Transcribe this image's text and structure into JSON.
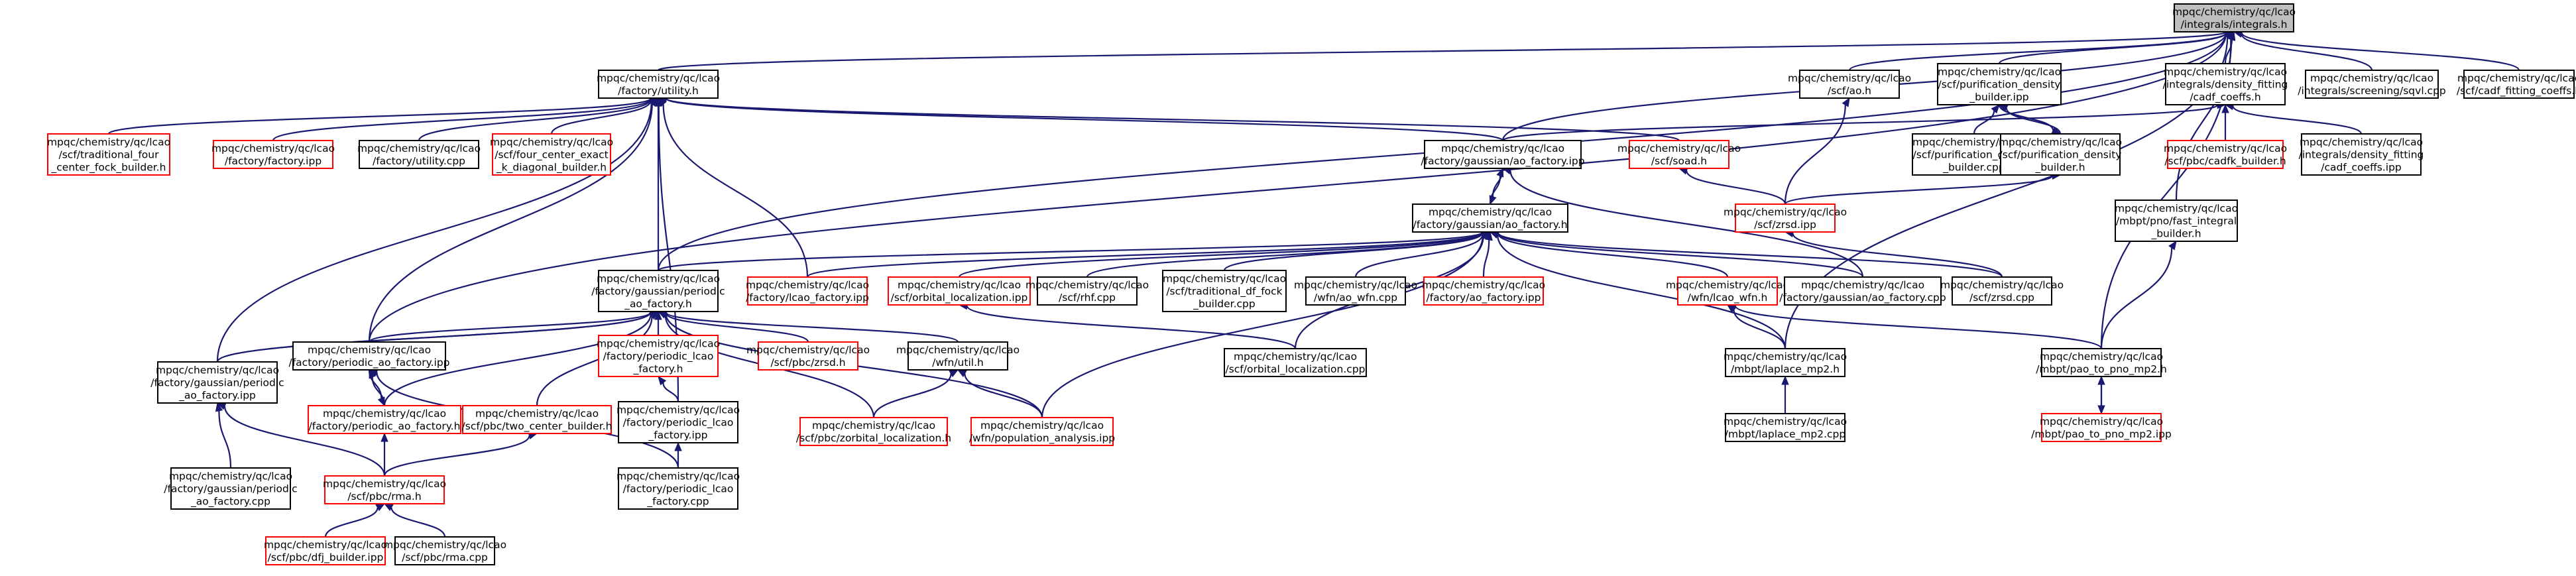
{
  "colors": {
    "edge": "#191970",
    "root_fill": "#bfbfbf",
    "node_fill": "#ffffff",
    "node_border": "#000000",
    "missing_border": "#ff0000",
    "text": "#000000"
  },
  "nodes": [
    {
      "id": "n_integrals",
      "lines": [
        "mpqc/chemistry/qc/lcao",
        "/integrals/integrals.h"
      ],
      "style": "root",
      "href": false
    },
    {
      "id": "n_utility",
      "lines": [
        "mpqc/chemistry/qc/lcao",
        "/factory/utility.h"
      ],
      "style": "normal",
      "href": true
    },
    {
      "id": "n_ao_h",
      "lines": [
        "mpqc/chemistry/qc/lcao",
        "/scf/ao.h"
      ],
      "style": "normal",
      "href": true
    },
    {
      "id": "n_purif_ipp",
      "lines": [
        "mpqc/chemistry/qc/lcao",
        "/scf/purification_density",
        "_builder.ipp"
      ],
      "style": "normal",
      "href": true
    },
    {
      "id": "n_df_coeffs",
      "lines": [
        "mpqc/chemistry/qc/lcao",
        "/integrals/density_fitting",
        "/cadf_coeffs.h"
      ],
      "style": "normal",
      "href": true
    },
    {
      "id": "n_sqvl",
      "lines": [
        "mpqc/chemistry/qc/lcao",
        "/integrals/screening/sqvl.cpp"
      ],
      "style": "normal",
      "href": true
    },
    {
      "id": "n_cadf_fit",
      "lines": [
        "mpqc/chemistry/qc/lcao",
        "/scf/cadf_fitting_coeffs.h"
      ],
      "style": "normal",
      "href": true
    },
    {
      "id": "n_trad_four",
      "lines": [
        "mpqc/chemistry/qc/lcao",
        "/scf/traditional_four",
        "_center_fock_builder.h"
      ],
      "style": "missing",
      "href": false
    },
    {
      "id": "n_factory_ipp",
      "lines": [
        "mpqc/chemistry/qc/lcao",
        "/factory/factory.ipp"
      ],
      "style": "missing",
      "href": false
    },
    {
      "id": "n_utility_cpp",
      "lines": [
        "mpqc/chemistry/qc/lcao",
        "/factory/utility.cpp"
      ],
      "style": "normal",
      "href": true
    },
    {
      "id": "n_four_exact",
      "lines": [
        "mpqc/chemistry/qc/lcao",
        "/scf/four_center_exact",
        "_k_diagonal_builder.h"
      ],
      "style": "missing",
      "href": false
    },
    {
      "id": "n_gauss_ao_ipp",
      "lines": [
        "mpqc/chemistry/qc/lcao",
        "/factory/gaussian/ao_factory.ipp"
      ],
      "style": "normal",
      "href": true
    },
    {
      "id": "n_soad",
      "lines": [
        "mpqc/chemistry/qc/lcao",
        "/scf/soad.h"
      ],
      "style": "missing",
      "href": false
    },
    {
      "id": "n_purif_cpp",
      "lines": [
        "mpqc/chemistry/qc/lcao",
        "/scf/purification_density",
        "_builder.cpp"
      ],
      "style": "normal",
      "href": true
    },
    {
      "id": "n_purif_h",
      "lines": [
        "mpqc/chemistry/qc/lcao",
        "/scf/purification_density",
        "_builder.h"
      ],
      "style": "normal",
      "href": true
    },
    {
      "id": "n_cadfk",
      "lines": [
        "mpqc/chemistry/qc/lcao",
        "/scf/pbc/cadfk_builder.h"
      ],
      "style": "missing",
      "href": false
    },
    {
      "id": "n_cadf_coeffs_ipp",
      "lines": [
        "mpqc/chemistry/qc/lcao",
        "/integrals/density_fitting",
        "/cadf_coeffs.ipp"
      ],
      "style": "normal",
      "href": true
    },
    {
      "id": "n_gauss_ao_h",
      "lines": [
        "mpqc/chemistry/qc/lcao",
        "/factory/gaussian/ao_factory.h"
      ],
      "style": "normal",
      "href": true
    },
    {
      "id": "n_zrsd_ipp",
      "lines": [
        "mpqc/chemistry/qc/lcao",
        "/scf/zrsd.ipp"
      ],
      "style": "missing",
      "href": false
    },
    {
      "id": "n_pno_fast",
      "lines": [
        "mpqc/chemistry/qc/lcao",
        "/mbpt/pno/fast_integral",
        "_builder.h"
      ],
      "style": "normal",
      "href": true
    },
    {
      "id": "n_gp_ao_h",
      "lines": [
        "mpqc/chemistry/qc/lcao",
        "/factory/gaussian/periodic",
        "_ao_factory.h"
      ],
      "style": "normal",
      "href": true
    },
    {
      "id": "n_lcao_fac_ipp",
      "lines": [
        "mpqc/chemistry/qc/lcao",
        "/factory/lcao_factory.ipp"
      ],
      "style": "missing",
      "href": false
    },
    {
      "id": "n_orb_loc_ipp",
      "lines": [
        "mpqc/chemistry/qc/lcao",
        "/scf/orbital_localization.ipp"
      ],
      "style": "missing",
      "href": false
    },
    {
      "id": "n_rhf_cpp",
      "lines": [
        "mpqc/chemistry/qc/lcao",
        "/scf/rhf.cpp"
      ],
      "style": "normal",
      "href": true
    },
    {
      "id": "n_trad_df",
      "lines": [
        "mpqc/chemistry/qc/lcao",
        "/scf/traditional_df_fock",
        "_builder.cpp"
      ],
      "style": "normal",
      "href": true
    },
    {
      "id": "n_ao_wfn_cpp",
      "lines": [
        "mpqc/chemistry/qc/lcao",
        "/wfn/ao_wfn.cpp"
      ],
      "style": "normal",
      "href": true
    },
    {
      "id": "n_ao_fac_ipp",
      "lines": [
        "mpqc/chemistry/qc/lcao",
        "/factory/ao_factory.ipp"
      ],
      "style": "missing",
      "href": false
    },
    {
      "id": "n_lcao_wfn",
      "lines": [
        "mpqc/chemistry/qc/lcao",
        "/wfn/lcao_wfn.h"
      ],
      "style": "missing",
      "href": false
    },
    {
      "id": "n_gauss_ao_cpp",
      "lines": [
        "mpqc/chemistry/qc/lcao",
        "/factory/gaussian/ao_factory.cpp"
      ],
      "style": "normal",
      "href": true
    },
    {
      "id": "n_zrsd_cpp",
      "lines": [
        "mpqc/chemistry/qc/lcao",
        "/scf/zrsd.cpp"
      ],
      "style": "normal",
      "href": true
    },
    {
      "id": "n_periodic_ao_ipp",
      "lines": [
        "mpqc/chemistry/qc/lcao",
        "/factory/periodic_ao_factory.ipp"
      ],
      "style": "normal",
      "href": true
    },
    {
      "id": "n_periodic_lcao_h",
      "lines": [
        "mpqc/chemistry/qc/lcao",
        "/factory/periodic_lcao",
        "_factory.h"
      ],
      "style": "missing",
      "href": false
    },
    {
      "id": "n_pbc_zrsd_h",
      "lines": [
        "mpqc/chemistry/qc/lcao",
        "/scf/pbc/zrsd.h"
      ],
      "style": "missing",
      "href": false
    },
    {
      "id": "n_wfn_util",
      "lines": [
        "mpqc/chemistry/qc/lcao",
        "/wfn/util.h"
      ],
      "style": "normal",
      "href": true
    },
    {
      "id": "n_orb_loc_cpp",
      "lines": [
        "mpqc/chemistry/qc/lcao",
        "/scf/orbital_localization.cpp"
      ],
      "style": "normal",
      "href": true
    },
    {
      "id": "n_laplace_h",
      "lines": [
        "mpqc/chemistry/qc/lcao",
        "/mbpt/laplace_mp2.h"
      ],
      "style": "normal",
      "href": true
    },
    {
      "id": "n_pao_h",
      "lines": [
        "mpqc/chemistry/qc/lcao",
        "/mbpt/pao_to_pno_mp2.h"
      ],
      "style": "normal",
      "href": true
    },
    {
      "id": "n_gp_ao_ipp",
      "lines": [
        "mpqc/chemistry/qc/lcao",
        "/factory/gaussian/periodic",
        "_ao_factory.ipp"
      ],
      "style": "normal",
      "href": true
    },
    {
      "id": "n_periodic_ao_h",
      "lines": [
        "mpqc/chemistry/qc/lcao",
        "/factory/periodic_ao_factory.h"
      ],
      "style": "missing",
      "href": false
    },
    {
      "id": "n_two_center",
      "lines": [
        "mpqc/chemistry/qc/lcao",
        "/scf/pbc/two_center_builder.h"
      ],
      "style": "missing",
      "href": false
    },
    {
      "id": "n_periodic_lcao_ipp",
      "lines": [
        "mpqc/chemistry/qc/lcao",
        "/factory/periodic_lcao",
        "_factory.ipp"
      ],
      "style": "normal",
      "href": true
    },
    {
      "id": "n_zorbital",
      "lines": [
        "mpqc/chemistry/qc/lcao",
        "/scf/pbc/zorbital_localization.h"
      ],
      "style": "missing",
      "href": false
    },
    {
      "id": "n_pop_ipp",
      "lines": [
        "mpqc/chemistry/qc/lcao",
        "/wfn/population_analysis.ipp"
      ],
      "style": "missing",
      "href": false
    },
    {
      "id": "n_laplace_cpp",
      "lines": [
        "mpqc/chemistry/qc/lcao",
        "/mbpt/laplace_mp2.cpp"
      ],
      "style": "normal",
      "href": true
    },
    {
      "id": "n_pao_ipp",
      "lines": [
        "mpqc/chemistry/qc/lcao",
        "/mbpt/pao_to_pno_mp2.ipp"
      ],
      "style": "missing",
      "href": false
    },
    {
      "id": "n_gp_ao_cpp",
      "lines": [
        "mpqc/chemistry/qc/lcao",
        "/factory/gaussian/periodic",
        "_ao_factory.cpp"
      ],
      "style": "normal",
      "href": true
    },
    {
      "id": "n_rma_h",
      "lines": [
        "mpqc/chemistry/qc/lcao",
        "/scf/pbc/rma.h"
      ],
      "style": "missing",
      "href": false
    },
    {
      "id": "n_periodic_lcao_cpp",
      "lines": [
        "mpqc/chemistry/qc/lcao",
        "/factory/periodic_lcao",
        "_factory.cpp"
      ],
      "style": "normal",
      "href": true
    },
    {
      "id": "n_dfj_ipp",
      "lines": [
        "mpqc/chemistry/qc/lcao",
        "/scf/pbc/dfj_builder.ipp"
      ],
      "style": "missing",
      "href": false
    },
    {
      "id": "n_rma_cpp",
      "lines": [
        "mpqc/chemistry/qc/lcao",
        "/scf/pbc/rma.cpp"
      ],
      "style": "normal",
      "href": true
    }
  ],
  "edges": [
    [
      "n_utility",
      "n_integrals"
    ],
    [
      "n_ao_h",
      "n_integrals"
    ],
    [
      "n_purif_ipp",
      "n_integrals"
    ],
    [
      "n_df_coeffs",
      "n_integrals"
    ],
    [
      "n_sqvl",
      "n_integrals"
    ],
    [
      "n_cadf_fit",
      "n_integrals"
    ],
    [
      "n_gauss_ao_ipp",
      "n_integrals"
    ],
    [
      "n_pno_fast",
      "n_integrals"
    ],
    [
      "n_pao_h",
      "n_integrals"
    ],
    [
      "n_laplace_h",
      "n_integrals"
    ],
    [
      "n_periodic_ao_ipp",
      "n_integrals"
    ],
    [
      "n_gp_ao_h",
      "n_integrals"
    ],
    [
      "n_trad_four",
      "n_utility"
    ],
    [
      "n_factory_ipp",
      "n_utility"
    ],
    [
      "n_utility_cpp",
      "n_utility"
    ],
    [
      "n_four_exact",
      "n_utility"
    ],
    [
      "n_gauss_ao_ipp",
      "n_utility"
    ],
    [
      "n_soad",
      "n_utility"
    ],
    [
      "n_gp_ao_h",
      "n_utility"
    ],
    [
      "n_lcao_fac_ipp",
      "n_utility"
    ],
    [
      "n_periodic_ao_ipp",
      "n_utility"
    ],
    [
      "n_gp_ao_ipp",
      "n_utility"
    ],
    [
      "n_periodic_lcao_ipp",
      "n_utility"
    ],
    [
      "n_zrsd_ipp",
      "n_ao_h"
    ],
    [
      "n_purif_cpp",
      "n_purif_ipp"
    ],
    [
      "n_purif_h",
      "n_purif_ipp"
    ],
    [
      "n_purif_ipp",
      "n_purif_h"
    ],
    [
      "n_zrsd_ipp",
      "n_purif_h"
    ],
    [
      "n_cadfk",
      "n_df_coeffs"
    ],
    [
      "n_cadf_coeffs_ipp",
      "n_df_coeffs"
    ],
    [
      "n_gauss_ao_ipp",
      "n_df_coeffs"
    ],
    [
      "n_gauss_ao_h",
      "n_gauss_ao_ipp"
    ],
    [
      "n_gauss_ao_ipp",
      "n_gauss_ao_h"
    ],
    [
      "n_gauss_ao_cpp",
      "n_gauss_ao_ipp"
    ],
    [
      "n_zrsd_ipp",
      "n_soad"
    ],
    [
      "n_zrsd_cpp",
      "n_zrsd_ipp"
    ],
    [
      "n_gp_ao_h",
      "n_gauss_ao_h"
    ],
    [
      "n_lcao_fac_ipp",
      "n_gauss_ao_h"
    ],
    [
      "n_orb_loc_ipp",
      "n_gauss_ao_h"
    ],
    [
      "n_rhf_cpp",
      "n_gauss_ao_h"
    ],
    [
      "n_trad_df",
      "n_gauss_ao_h"
    ],
    [
      "n_ao_wfn_cpp",
      "n_gauss_ao_h"
    ],
    [
      "n_ao_fac_ipp",
      "n_gauss_ao_h"
    ],
    [
      "n_lcao_wfn",
      "n_gauss_ao_h"
    ],
    [
      "n_gauss_ao_cpp",
      "n_gauss_ao_h"
    ],
    [
      "n_zrsd_cpp",
      "n_gauss_ao_h"
    ],
    [
      "n_orb_loc_cpp",
      "n_gauss_ao_h"
    ],
    [
      "n_pop_ipp",
      "n_gauss_ao_h"
    ],
    [
      "n_laplace_h",
      "n_gauss_ao_h"
    ],
    [
      "n_pao_h",
      "n_pno_fast"
    ],
    [
      "n_periodic_ao_ipp",
      "n_gp_ao_h"
    ],
    [
      "n_periodic_lcao_h",
      "n_gp_ao_h"
    ],
    [
      "n_pbc_zrsd_h",
      "n_gp_ao_h"
    ],
    [
      "n_wfn_util",
      "n_gp_ao_h"
    ],
    [
      "n_gp_ao_ipp",
      "n_gp_ao_h"
    ],
    [
      "n_periodic_ao_h",
      "n_gp_ao_h"
    ],
    [
      "n_two_center",
      "n_gp_ao_h"
    ],
    [
      "n_zorbital",
      "n_gp_ao_h"
    ],
    [
      "n_pop_ipp",
      "n_gp_ao_h"
    ],
    [
      "n_orb_loc_cpp",
      "n_orb_loc_ipp"
    ],
    [
      "n_laplace_h",
      "n_lcao_wfn"
    ],
    [
      "n_pao_h",
      "n_lcao_wfn"
    ],
    [
      "n_periodic_lcao_ipp",
      "n_periodic_lcao_h"
    ],
    [
      "n_zorbital",
      "n_wfn_util"
    ],
    [
      "n_pop_ipp",
      "n_wfn_util"
    ],
    [
      "n_laplace_cpp",
      "n_laplace_h"
    ],
    [
      "n_pao_ipp",
      "n_pao_h"
    ],
    [
      "n_pao_h",
      "n_pao_ipp"
    ],
    [
      "n_periodic_ao_h",
      "n_periodic_ao_ipp"
    ],
    [
      "n_periodic_ao_ipp",
      "n_periodic_ao_h"
    ],
    [
      "n_periodic_lcao_cpp",
      "n_periodic_ao_ipp"
    ],
    [
      "n_gp_ao_ipp",
      "n_gp_ao_h"
    ],
    [
      "n_gp_ao_cpp",
      "n_gp_ao_ipp"
    ],
    [
      "n_rma_h",
      "n_gp_ao_ipp"
    ],
    [
      "n_rma_h",
      "n_periodic_ao_h"
    ],
    [
      "n_rma_h",
      "n_two_center"
    ],
    [
      "n_periodic_lcao_cpp",
      "n_periodic_lcao_ipp"
    ],
    [
      "n_dfj_ipp",
      "n_rma_h"
    ],
    [
      "n_rma_cpp",
      "n_rma_h"
    ]
  ]
}
